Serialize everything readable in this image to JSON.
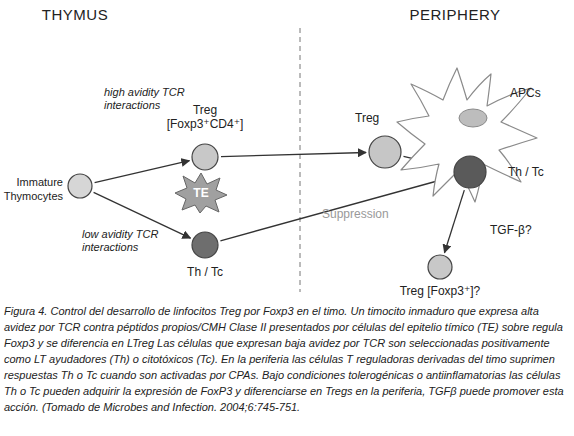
{
  "diagram": {
    "caption": "Figura 4. Control del desarrollo de linfocitos Treg por Foxp3 en el timo. Un timocito inmaduro que expresa alta avidez por TCR contra péptidos propios/CMH Clase II presentados por células del epitelio tímico (TE) sobre regula Foxp3 y se diferencia en LTreg Las células que expresan baja avidez por TCR son seleccionadas positivamente como LT ayudadores (Th) o citotóxicos (Tc). En la periferia las células T reguladoras derivadas del timo suprimen respuestas Th o Tc cuando son activadas por CPAs. Bajo condiciones tolerogénicas o antiinflamatorias las células Th o Tc pueden adquirir la expresión de FoxP3 y diferenciarse en Tregs en la periferia, TGFβ puede promover esta acción. (Tomado de Microbes and Infection. 2004;6:745-751.",
    "nodes": [
      {
        "text": [
          "Immature Thymocytes"
        ]
      },
      {
        "text": [
          "Treg",
          "[Foxp3⁺CD4⁺]"
        ]
      },
      {
        "text": [
          "TE"
        ]
      },
      {
        "text": [
          "Th / Tc"
        ]
      },
      {
        "text": [
          "APCs"
        ]
      },
      {
        "text": [
          "Treg"
        ]
      },
      {
        "text": [
          "Th / Tc"
        ]
      },
      {
        "text": [
          "Treg [Foxp3⁺]?"
        ]
      }
    ],
    "edges": [
      {
        "from": 0,
        "to": 1,
        "arrow": "to",
        "label": "high avidity TCR interactions"
      },
      {
        "from": 0,
        "to": 3,
        "arrow": "to",
        "label": "low avidity TCR interactions"
      },
      {
        "from": 1,
        "to": 5,
        "arrow": "to"
      },
      {
        "from": 3,
        "to": 6,
        "arrow": "to"
      },
      {
        "from": 5,
        "to": 6,
        "arrow": "none",
        "label": "Suppression"
      },
      {
        "from": 6,
        "to": 7,
        "arrow": "to",
        "label": "TGF-β?"
      }
    ],
    "labels": [
      "THYMUS",
      "PERIPHERY"
    ]
  }
}
